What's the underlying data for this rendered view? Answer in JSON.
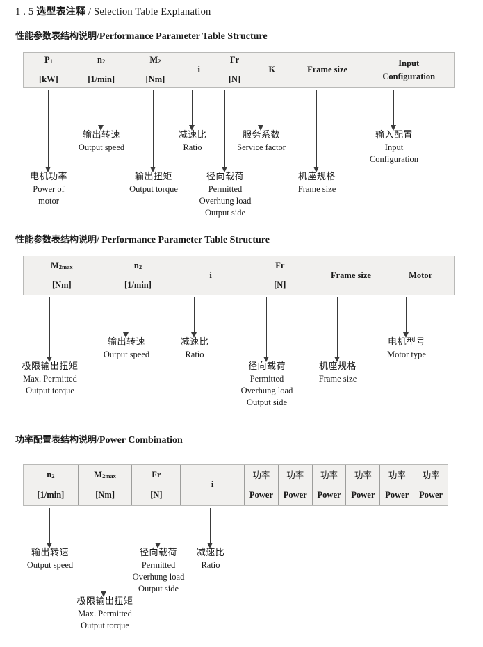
{
  "document": {
    "section_number": "1 . 5",
    "title_cn": "选型表注释",
    "title_sep": "/",
    "title_en": "Selection Table Explanation"
  },
  "sections": [
    {
      "heading_cn": "性能参数表结构说明",
      "heading_sep": "/",
      "heading_en": "Performance Parameter Table Structure",
      "table": {
        "bordered": false,
        "columns": [
          {
            "line1": "P",
            "sub1": "1",
            "line2": "[kW]"
          },
          {
            "line1": "n",
            "sub1": "2",
            "line2": "[1/min]"
          },
          {
            "line1": "M",
            "sub1": "2",
            "line2": "[Nm]"
          },
          {
            "single": "i"
          },
          {
            "line1": "Fr",
            "line2": "[N]"
          },
          {
            "single": "K"
          },
          {
            "single": "Frame size"
          },
          {
            "line1": "Input",
            "line2": "Configuration"
          }
        ]
      },
      "annotations": [
        {
          "cn": "电机功率",
          "en": [
            "Power of",
            "motor"
          ]
        },
        {
          "cn": "输出转速",
          "en": [
            "Output speed"
          ]
        },
        {
          "cn": "输出扭矩",
          "en": [
            "Output torque"
          ]
        },
        {
          "cn": "减速比",
          "en": [
            "Ratio"
          ]
        },
        {
          "cn": "径向载荷",
          "en": [
            "Permitted",
            "Overhung load",
            "Output side"
          ]
        },
        {
          "cn": "服务系数",
          "en": [
            "Service factor"
          ]
        },
        {
          "cn": "机座规格",
          "en": [
            "Frame size"
          ]
        },
        {
          "cn": "输入配置",
          "en": [
            "Input",
            "Configuration"
          ]
        }
      ]
    },
    {
      "heading_cn": "性能参数表结构说明",
      "heading_sep": "/",
      "heading_en": "Performance Parameter Table Structure",
      "table": {
        "bordered": false,
        "columns": [
          {
            "line1": "M",
            "sub1": "2max",
            "line2": "[Nm]"
          },
          {
            "line1": "n",
            "sub1": "2",
            "line2": "[1/min]"
          },
          {
            "single": "i"
          },
          {
            "line1": "Fr",
            "line2": "[N]"
          },
          {
            "single": "Frame size"
          },
          {
            "single": "Motor"
          }
        ]
      },
      "annotations": [
        {
          "cn": "极限输出扭矩",
          "en": [
            "Max. Permitted",
            "Output  torque"
          ]
        },
        {
          "cn": "输出转速",
          "en": [
            "Output speed"
          ]
        },
        {
          "cn": "减速比",
          "en": [
            "Ratio"
          ]
        },
        {
          "cn": "径向载荷",
          "en": [
            "Permitted",
            "Overhung load",
            "Output side"
          ]
        },
        {
          "cn": "机座规格",
          "en": [
            "Frame size"
          ]
        },
        {
          "cn": "电机型号",
          "en": [
            "Motor type"
          ]
        }
      ]
    },
    {
      "heading_cn": "功率配置表结构说明",
      "heading_sep": "/",
      "heading_en": "Power Combination",
      "table": {
        "bordered": true,
        "columns": [
          {
            "line1": "n",
            "sub1": "2",
            "line2": "[1/min]"
          },
          {
            "line1": "M",
            "sub1": "2max",
            "line2": "[Nm]"
          },
          {
            "line1": "Fr",
            "line2": "[N]"
          },
          {
            "single": "i"
          },
          {
            "cjk1": "功率",
            "line2": "Power"
          },
          {
            "cjk1": "功率",
            "line2": "Power"
          },
          {
            "cjk1": "功率",
            "line2": "Power"
          },
          {
            "cjk1": "功率",
            "line2": "Power"
          },
          {
            "cjk1": "功率",
            "line2": "Power"
          },
          {
            "cjk1": "功率",
            "line2": "Power"
          }
        ]
      },
      "annotations": [
        {
          "cn": "输出转速",
          "en": [
            "Output speed"
          ]
        },
        {
          "cn": "极限输出扭矩",
          "en": [
            "Max. Permitted",
            "Output  torque"
          ]
        },
        {
          "cn": "径向载荷",
          "en": [
            "Permitted",
            "Overhung load",
            "Output side"
          ]
        },
        {
          "cn": "减速比",
          "en": [
            "Ratio"
          ]
        }
      ]
    }
  ],
  "colors": {
    "table_fill": "#f1f0ee",
    "table_border": "#b9b9b7",
    "arrow": "#3a3a3a",
    "text": "#1a1a1a"
  }
}
